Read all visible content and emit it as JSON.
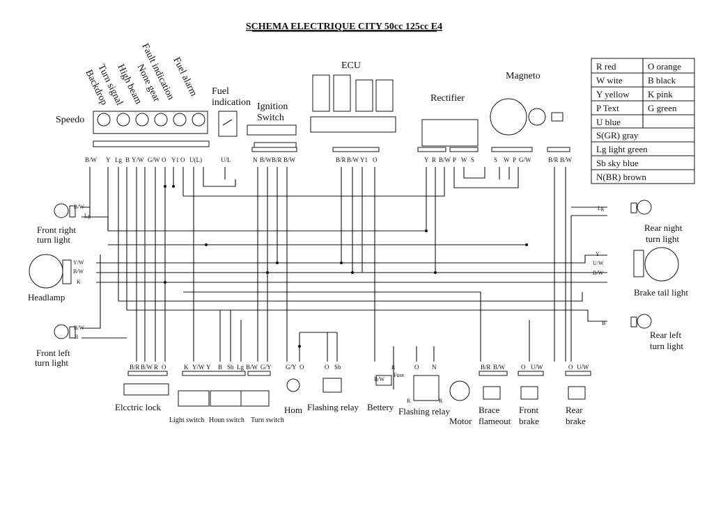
{
  "title": "SCHEMA ELECTRIQUE CITY 50cc 125cc E4",
  "legend": [
    "R    red",
    "W   wite",
    "Y  yellow",
    "P  Text",
    "U  blue",
    "O  orange",
    "B  black",
    "K  pink",
    "G green",
    "S(GR)  gray",
    "Lg       light green",
    "Sb       sky blue",
    "N(BR)   brown"
  ],
  "components": {
    "speedo": "Speedo",
    "speedo_labels": [
      "Backdrop",
      "Turn signal",
      "High beam",
      "None gear",
      "Fault indication",
      "Fuel alarm"
    ],
    "fuel_1": "Fuel",
    "fuel_2": "indication",
    "ignition_1": "Ignition",
    "ignition_2": "Switch",
    "ecu": "ECU",
    "rectifier": "Rectifier",
    "magneto": "Magneto",
    "frt_1": "Front right",
    "frt_2": "turn light",
    "headlamp": "Headlamp",
    "flt_1": "Front left",
    "flt_2": "turn light",
    "rrt_1": "Rear night",
    "rrt_2": "turn light",
    "brake_tail": "Brake tail light",
    "rlt_1": "Rear left",
    "rlt_2": "turn light",
    "electric_lock": "Elcctric lock",
    "light_switch": "Light switch",
    "horn_switch": "Houn switch",
    "turn_switch": "Turn switch",
    "horn": "Hom",
    "flashing_relay": "Flashing relay",
    "battery": "Bettery",
    "motor": "Motor",
    "brace_1": "Brace",
    "brace_2": "flameout",
    "front_brake_1": "Front",
    "front_brake_2": "brake",
    "rear_brake_1": "Rear",
    "rear_brake_2": "brake"
  },
  "wires": {
    "speedo": [
      "B/W",
      "Y",
      "Lg",
      "B",
      "Y/W",
      "G/W",
      "O",
      "Y1",
      "O",
      "U(L)",
      ""
    ],
    "fuel": [
      "U/L"
    ],
    "ignition": [
      "N",
      "B/W",
      "B/R",
      "B/W"
    ],
    "ecu": [
      "B/R",
      "B/W",
      "Y1",
      "O"
    ],
    "rectifier": [
      "Y",
      "R",
      "B/W",
      "P",
      "W",
      "S"
    ],
    "magneto": [
      "S",
      "W",
      "P",
      "G/W",
      "B/R",
      "B/W"
    ],
    "frt": [
      "B/W",
      "Lg"
    ],
    "headlamp": [
      "Y/W",
      "B/W",
      "K"
    ],
    "flt": [
      "B/W",
      "B"
    ],
    "rrt": [
      "Lg"
    ],
    "tail": [
      "Y",
      "U/W",
      "B/W"
    ],
    "rlt": [
      "B"
    ],
    "lock": [
      "B/R",
      "B/W",
      "R",
      "O"
    ],
    "switches": [
      "K",
      "Y/W",
      "Y",
      "B",
      "Sb",
      "Lg"
    ],
    "turn": [
      "B/W",
      "G/Y"
    ],
    "horn": [
      "G/Y",
      "O"
    ],
    "relay1": [
      "O",
      "Sb"
    ],
    "battery": [
      "B/W",
      "R",
      "Fuse"
    ],
    "relay2": [
      "O",
      "N",
      "R",
      "R"
    ],
    "flameout": [
      "B/R",
      "B/W"
    ],
    "front_brake": [
      "O",
      "U/W"
    ],
    "rear_brake": [
      "O",
      "U/W"
    ]
  }
}
